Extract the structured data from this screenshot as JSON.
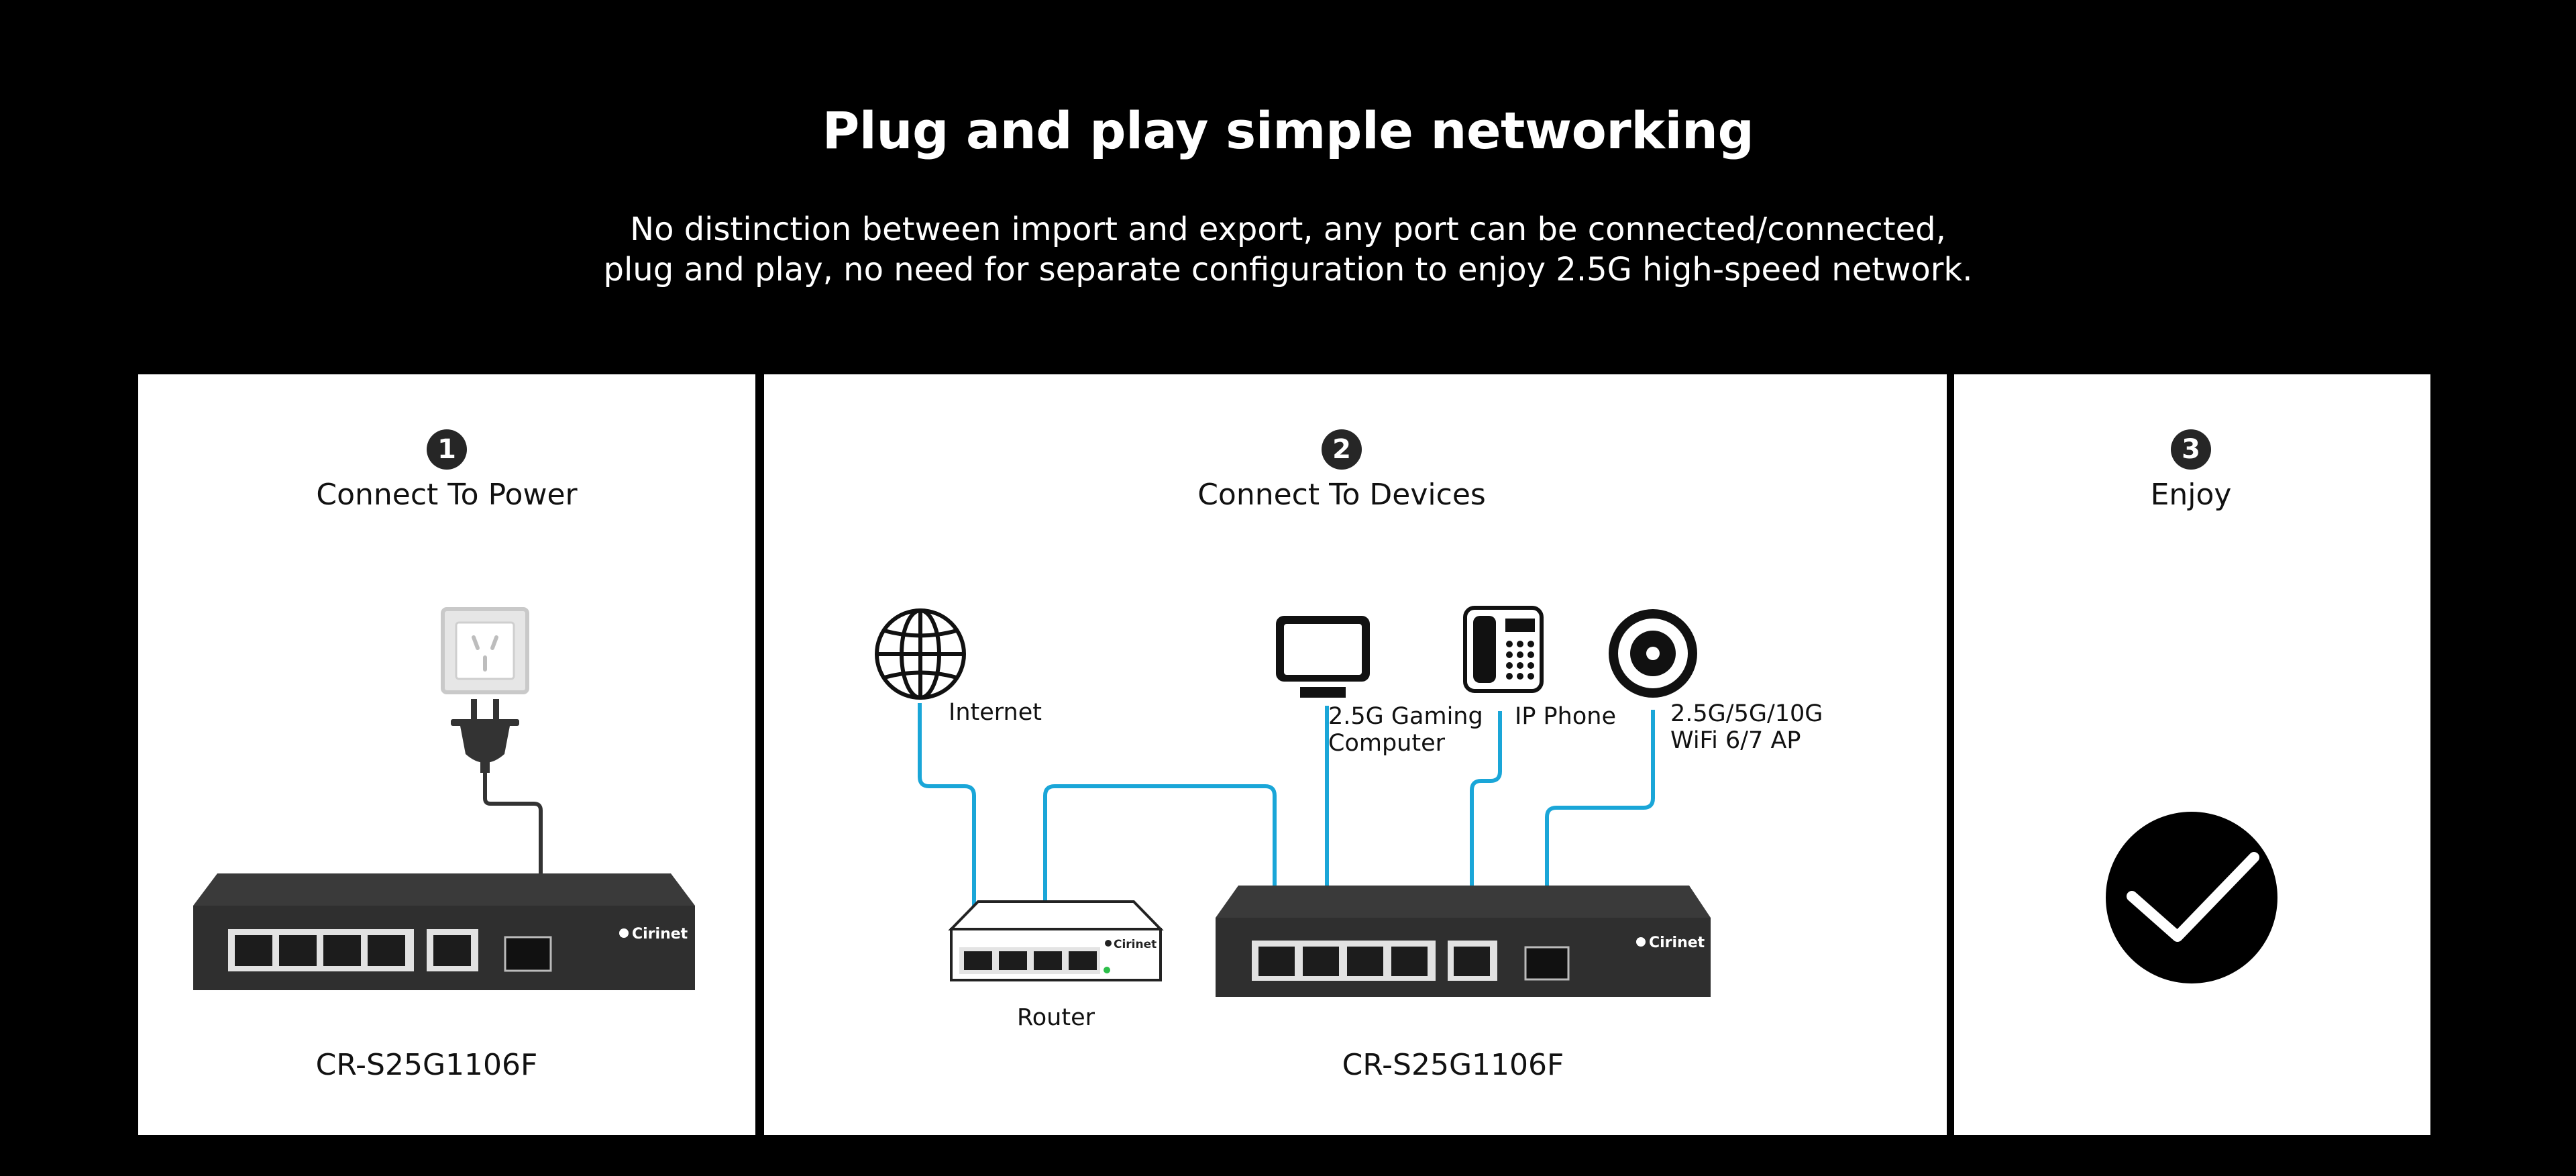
{
  "header": {
    "title": "Plug and play simple networking",
    "subtitle_line1": "No distinction between import and export, any port can be connected/connected,",
    "subtitle_line2": "plug and play, no need for separate configuration to enjoy 2.5G high-speed network."
  },
  "steps": [
    {
      "number": "1",
      "label": "Connect To Power",
      "model": "CR-S25G1106F"
    },
    {
      "number": "2",
      "label": "Connect To Devices",
      "model": "CR-S25G1106F"
    },
    {
      "number": "3",
      "label": "Enjoy"
    }
  ],
  "devices": {
    "internet": "Internet",
    "computer_line1": "2.5G Gaming",
    "computer_line2": "Computer",
    "phone": "IP Phone",
    "ap_line1": "2.5G/5G/10G",
    "ap_line2": "WiFi 6/7 AP",
    "router": "Router"
  },
  "brand": "Cirinet",
  "colors": {
    "background": "#000000",
    "panel": "#ffffff",
    "cable": "#1aa6d8",
    "device": "#2f2f2f"
  },
  "icons": [
    "power-outlet-icon",
    "power-plug-icon",
    "globe-icon",
    "monitor-icon",
    "ip-phone-icon",
    "access-point-icon",
    "checkmark-icon"
  ]
}
